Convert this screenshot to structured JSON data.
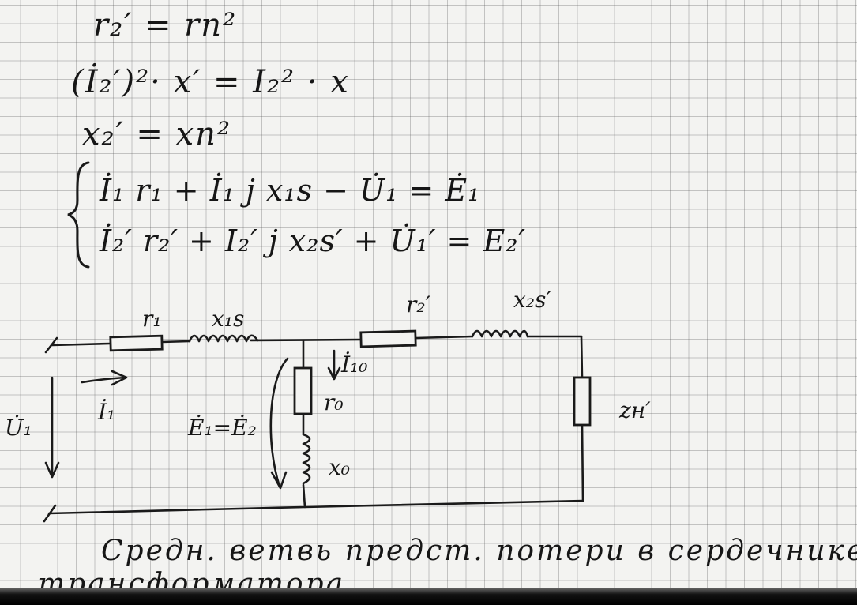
{
  "equations": {
    "line1": "r₂′ = rn²",
    "line2": "(İ₂′)²· x′ = I₂² · x",
    "line3": "x₂′ = xn²"
  },
  "system": {
    "eq1": "İ₁ r₁ + İ₁ j x₁s − U̇₁ = Ė₁",
    "eq2": "İ₂′ r₂′ + I₂′ j x₂s′ + U̇₁′ = E₂′"
  },
  "circuit": {
    "r1": "r₁",
    "x1s": "x₁s",
    "r2p": "r₂′",
    "x2sp": "x₂s′",
    "u1": "U̇₁",
    "i1": "İ₁",
    "i10": "İ₁₀",
    "e1e2": "Ė₁=Ė₂",
    "r0": "r₀",
    "x0": "x₀",
    "zn": "zн′"
  },
  "note": {
    "line1": "Средн. ветвь предст. потери в сердечнике",
    "line2": "трансформатора."
  }
}
